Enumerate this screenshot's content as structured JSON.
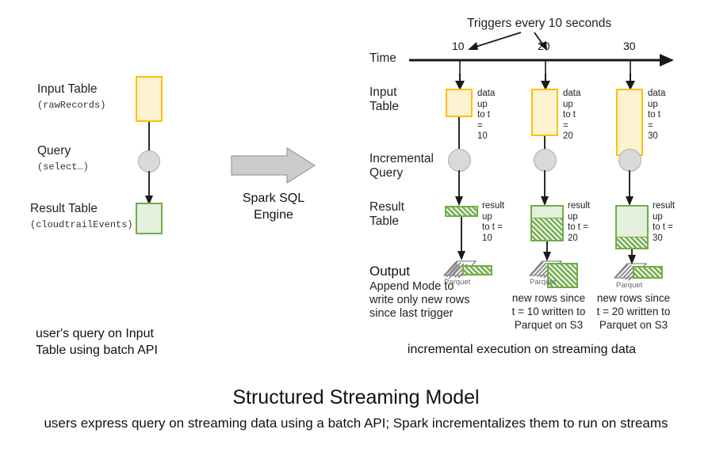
{
  "left_panel": {
    "input_table": {
      "label": "Input Table",
      "sub": "(rawRecords)"
    },
    "query": {
      "label": "Query",
      "sub": "(select…)"
    },
    "result_table": {
      "label": "Result Table",
      "sub": "(cloudtrailEvents)"
    },
    "caption": "user's query on Input\nTable using batch API"
  },
  "middle": {
    "engine_label": "Spark SQL\nEngine",
    "arrow_icon": "block-arrow-right-icon"
  },
  "right_panel": {
    "trigger_note": "Triggers every 10 seconds",
    "time_axis": {
      "label": "Time",
      "ticks": [
        "10",
        "20",
        "30"
      ]
    },
    "rows": {
      "input_table": "Input\nTable",
      "incremental_query": "Incremental\nQuery",
      "result_table": "Result\nTable",
      "output": "Output",
      "output_note": "Append Mode to\nwrite only new rows\nsince last trigger"
    },
    "columns": [
      {
        "t": "10",
        "input_note": "data up\nto t = 10",
        "result_note": "result up\nto t = 10",
        "parquet_label": "Parquet",
        "output_note": ""
      },
      {
        "t": "20",
        "input_note": "data up\nto t = 20",
        "result_note": "result up\nto t = 20",
        "parquet_label": "Parquet",
        "output_note": "new rows since\nt = 10 written to\nParquet on S3"
      },
      {
        "t": "30",
        "input_note": "data up\nto t = 30",
        "result_note": "result up\nto t = 30",
        "parquet_label": "Parquet",
        "output_note": "new rows since\nt = 20 written to\nParquet on S3"
      }
    ],
    "caption": "incremental execution on streaming data"
  },
  "footer": {
    "title": "Structured Streaming Model",
    "subtitle": "users express query on streaming data using a batch API; Spark incrementalizes them to run on streams"
  },
  "colors": {
    "yellow_fill": "#fdf2d0",
    "yellow_border": "#ffc000",
    "green_fill": "#e4efdc",
    "green_border": "#70ad47",
    "gray_circle": "#d9d9d9",
    "arrow_gray": "#cccccc",
    "ink": "#2b2b2b"
  }
}
